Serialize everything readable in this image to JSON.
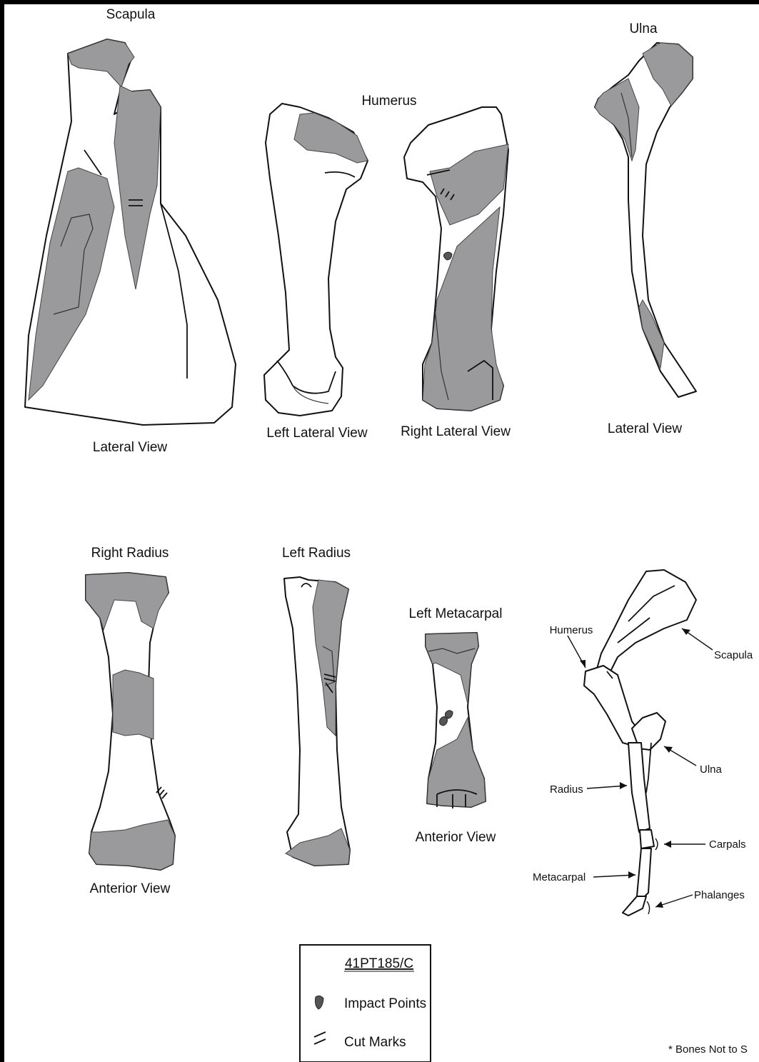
{
  "labels": {
    "scapula_title": "Scapula",
    "scapula_view": "Lateral View",
    "humerus_title": "Humerus",
    "humerus_left_view": "Left Lateral View",
    "humerus_right_view": "Right Lateral View",
    "ulna_title": "Ulna",
    "ulna_view": "Lateral View",
    "right_radius_title": "Right Radius",
    "right_radius_view": "Anterior View",
    "left_radius_title": "Left Radius",
    "metacarpal_title": "Left Metacarpal",
    "metacarpal_view": "Anterior View"
  },
  "skeleton": {
    "humerus": "Humerus",
    "scapula": "Scapula",
    "ulna": "Ulna",
    "radius": "Radius",
    "carpals": "Carpals",
    "metacarpal": "Metacarpal",
    "phalanges": "Phalanges"
  },
  "legend": {
    "site": "41PT185/C",
    "impact": "Impact Points",
    "cut": "Cut Marks"
  },
  "note": "* Bones Not to S",
  "colors": {
    "shading": "#9a9a9c",
    "impact": "#555555",
    "ink": "#111111"
  }
}
